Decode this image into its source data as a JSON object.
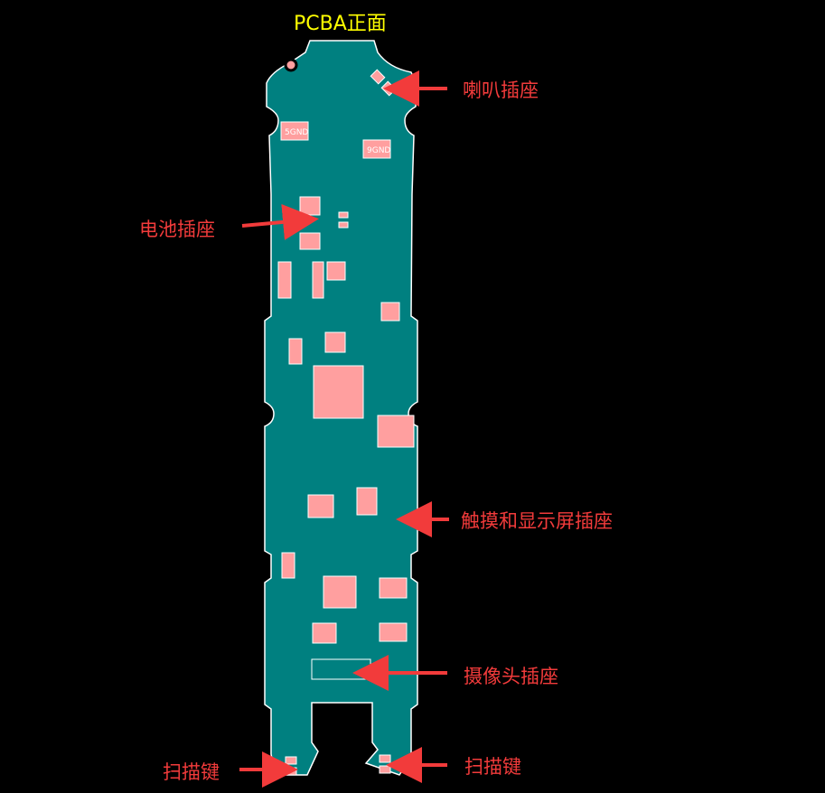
{
  "title": "PCBA正面",
  "labels": {
    "speaker": "喇叭插座",
    "battery": "电池插座",
    "touch_display": "触摸和显示屏插座",
    "camera": "摄像头插座",
    "scan_left": "扫描键",
    "scan_right": "扫描键"
  },
  "silkscreen": {
    "pad_a": "5GND",
    "pad_b": "9GND"
  },
  "colors": {
    "board": "#008080",
    "pad": "#ff9999",
    "outline": "#ffffff",
    "label": "#f23b3b",
    "title": "#ffff00"
  }
}
